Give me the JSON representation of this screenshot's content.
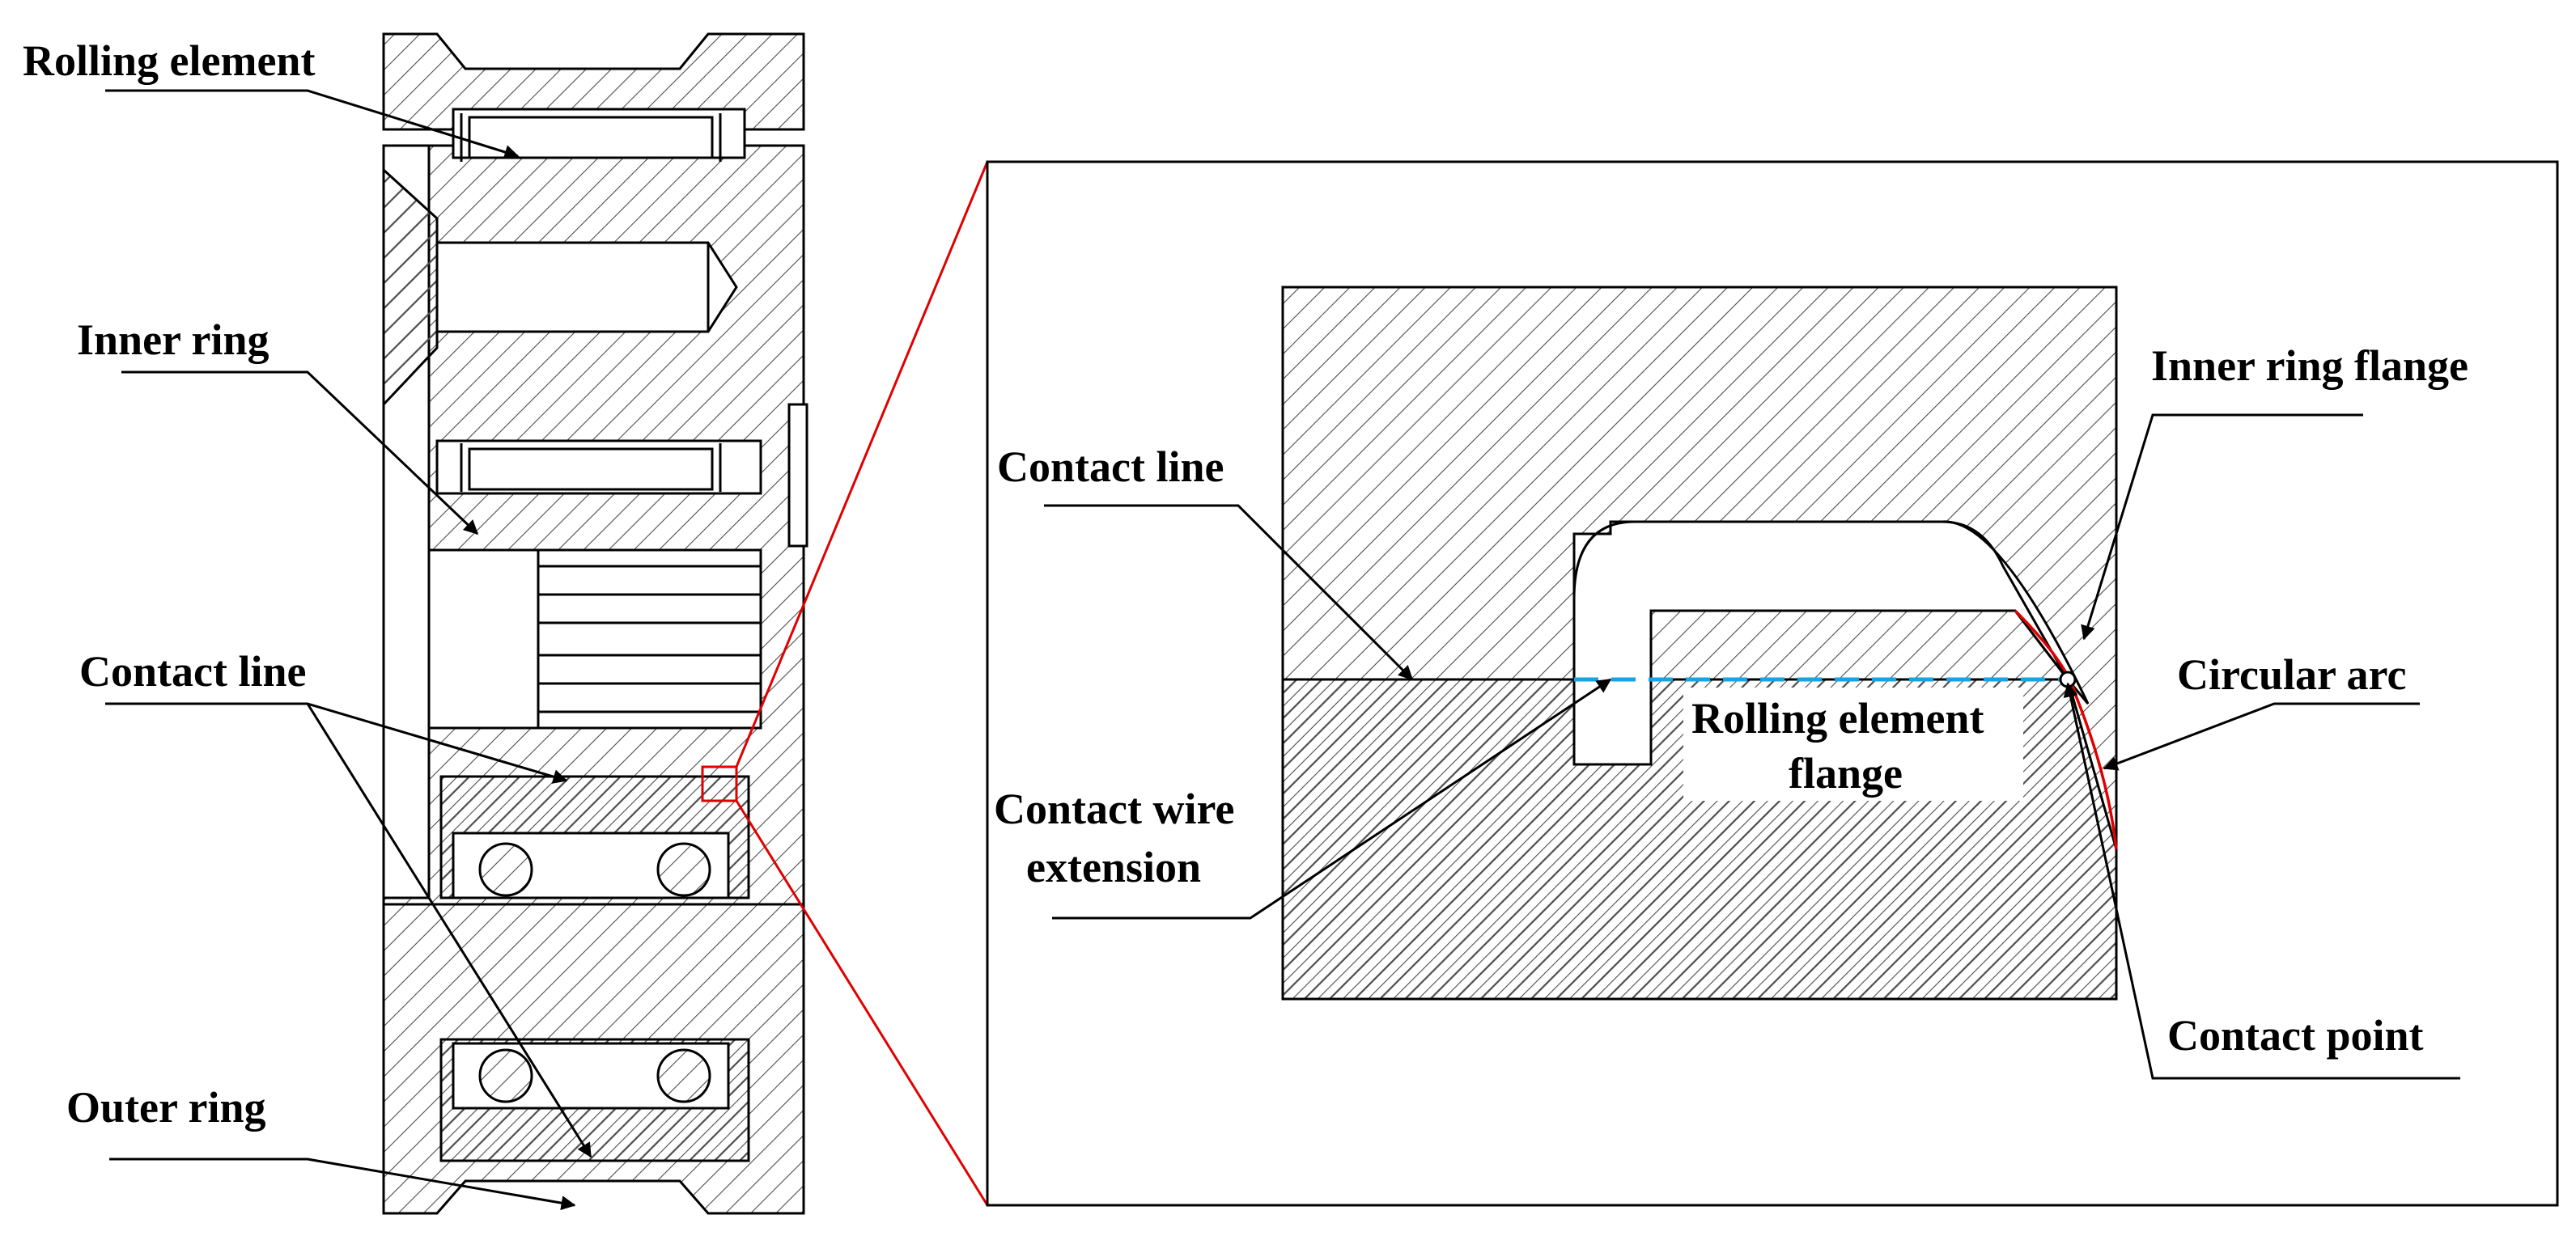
{
  "labels": {
    "rolling_element": "Rolling element",
    "inner_ring": "Inner ring",
    "contact_line_left": "Contact line",
    "outer_ring": "Outer ring",
    "contact_line_detail": "Contact line",
    "contact_wire_extension_1": "Contact wire",
    "contact_wire_extension_2": "extension",
    "rolling_element_flange_1": "Rolling element",
    "rolling_element_flange_2": "flange",
    "inner_ring_flange": "Inner ring flange",
    "circular_arc": "Circular arc",
    "contact_point": "Contact point"
  },
  "colors": {
    "line": "#000000",
    "hatch": "#4d4d4d",
    "zoom_link": "#e00000",
    "contact_extension": "#1aa3e0",
    "circular_arc": "#e00000",
    "background": "#ffffff"
  }
}
